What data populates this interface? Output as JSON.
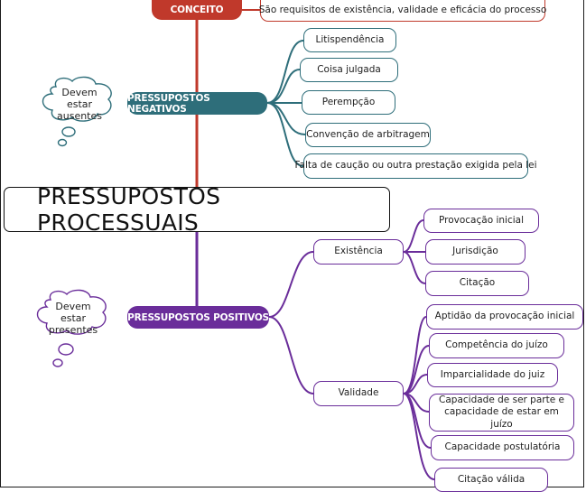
{
  "title": "PRESSUPOSTOS PROCESSUAIS",
  "conceito": {
    "label": "CONCEITO",
    "definition": "São requisitos de existência, validade e eficácia do processo"
  },
  "negativos": {
    "label": "PRESSUPOSTOS NEGATIVOS",
    "cloud": "Devem estar ausentes",
    "items": [
      "Litispendência",
      "Coisa julgada",
      "Perempção",
      "Convenção de arbitragem",
      "Falta de caução ou outra prestação exigida pela lei"
    ]
  },
  "positivos": {
    "label": "PRESSUPOSTOS POSITIVOS",
    "cloud": "Devem estar presentes",
    "existencia": {
      "label": "Existência",
      "items": [
        "Provocação inicial",
        "Jurisdição",
        "Citação"
      ]
    },
    "validade": {
      "label": "Validade",
      "items": [
        "Aptidão da provocação inicial",
        "Competência do juízo",
        "Imparcialidade do juiz",
        "Capacidade de ser parte e capacidade de estar em juízo",
        "Capacidade postulatória",
        "Citação válida"
      ]
    }
  },
  "colors": {
    "conceito": "#c0392b",
    "negativos": "#2e6e7a",
    "positivos": "#6a2d9a"
  }
}
